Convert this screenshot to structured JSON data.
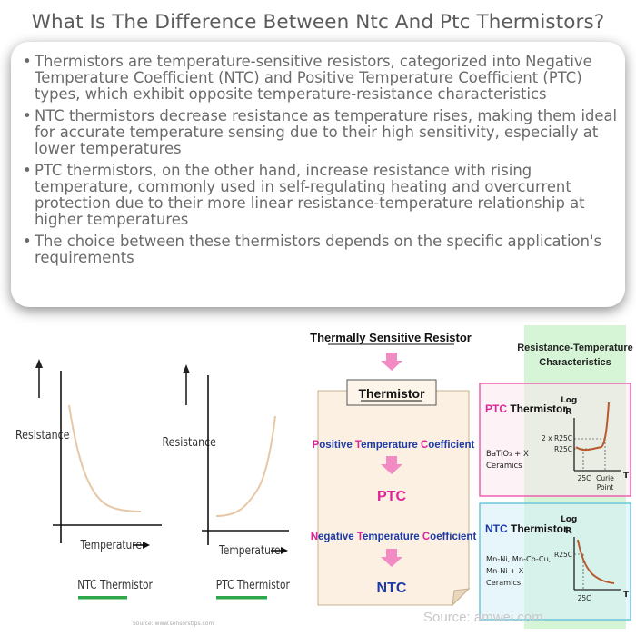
{
  "title": "What Is The Difference Between Ntc And Ptc Thermistors?",
  "bullets": [
    "Thermistors are temperature-sensitive resistors, categorized into Negative Temperature Coefficient (NTC) and Positive Temperature Coefficient (PTC) types, which exhibit opposite temperature-resistance characteristics",
    "NTC thermistors decrease resistance as temperature rises, making them ideal for accurate temperature sensing due to their high sensitivity, especially at lower temperatures",
    "PTC thermistors, on the other hand, increase resistance with rising temperature, commonly used in self-regulating heating and overcurrent protection due to their more linear resistance-temperature relationship at higher temperatures",
    "The choice between these thermistors depends on the specific application's requirements"
  ],
  "left_graphs": {
    "ntc": {
      "ylabel": "Resistance",
      "xlabel": "Temperature",
      "caption": "NTC Thermistor"
    },
    "ptc": {
      "ylabel": "Resistance",
      "xlabel": "Temperature",
      "caption": "PTC Thermistor"
    },
    "source": "Source: www.sensorstips.com"
  },
  "flow": {
    "top": "Thermally Sensitive Resistor",
    "box_title": "Thermistor",
    "ptc_full_parts": [
      "P",
      "ositive ",
      "T",
      "emperature ",
      "C",
      "oefficient"
    ],
    "ptc": "PTC",
    "ntc_full_parts": [
      "N",
      "egative ",
      "T",
      "emperature ",
      "C",
      "oefficient"
    ],
    "ntc": "NTC"
  },
  "rt": {
    "header_line1": "Resistance-Temperature",
    "header_line2": "Characteristics",
    "ptc_title": "PTC Thermistor",
    "ptc_material_line1": "BaTiO₃ + X",
    "ptc_material_line2": "Ceramics",
    "ptc_y_log": "Log",
    "ptc_y_r": "R",
    "ptc_label_2x": "2 x R25C",
    "ptc_label_r25": "R25C",
    "ptc_x_25": "25C",
    "ptc_x_curie1": "Curie",
    "ptc_x_curie2": "Point",
    "ptc_x_t": "T",
    "ntc_title": "NTC Thermistor",
    "ntc_material_line1": "Mn-Ni, Mn-Co-Cu,",
    "ntc_material_line2": "Mn-Ni + X",
    "ntc_material_line3": "Ceramics",
    "ntc_y_log": "Log",
    "ntc_y_r": "R",
    "ntc_label_r25": "R25C",
    "ntc_x_25": "25C",
    "ntc_x_t": "T"
  },
  "source": "Source: amwei.com",
  "colors": {
    "magenta": "#e0249a",
    "navy": "#1d3aa5",
    "pink_arrow": "#f28bc3",
    "curve": "#b85a2e",
    "green_bar": "#2ea84a"
  }
}
